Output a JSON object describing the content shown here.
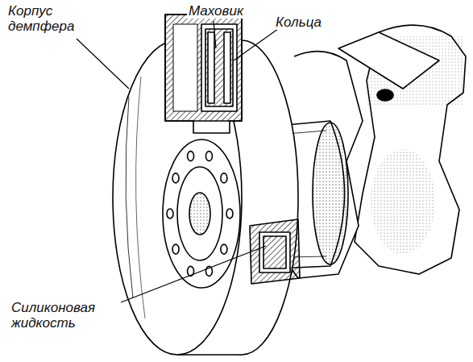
{
  "diagram": {
    "labels": [
      "Корпус демпфера",
      "Маховик",
      "Кольца",
      "Силиконовая жидкость"
    ]
  }
}
